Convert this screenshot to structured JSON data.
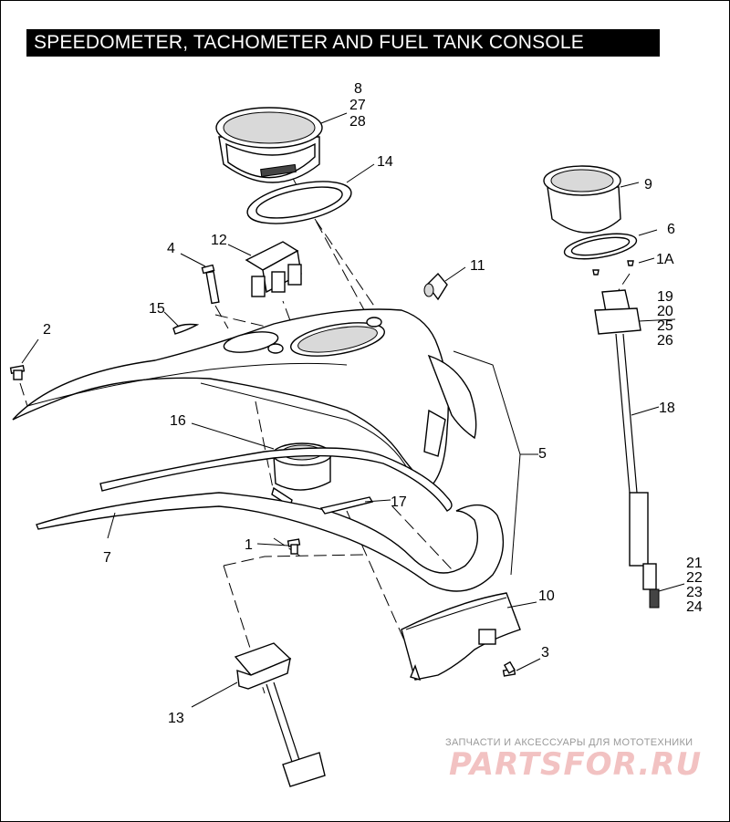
{
  "title": "SPEEDOMETER, TACHOMETER AND FUEL TANK CONSOLE",
  "callouts": [
    {
      "id": "c-8",
      "text": "8"
    },
    {
      "id": "c-27",
      "text": "27"
    },
    {
      "id": "c-28",
      "text": "28"
    },
    {
      "id": "c-14",
      "text": "14"
    },
    {
      "id": "c-9",
      "text": "9"
    },
    {
      "id": "c-6",
      "text": "6"
    },
    {
      "id": "c-1A",
      "text": "1A"
    },
    {
      "id": "c-4",
      "text": "4"
    },
    {
      "id": "c-12",
      "text": "12"
    },
    {
      "id": "c-11",
      "text": "11"
    },
    {
      "id": "c-19",
      "text": "19"
    },
    {
      "id": "c-20",
      "text": "20"
    },
    {
      "id": "c-25",
      "text": "25"
    },
    {
      "id": "c-26",
      "text": "26"
    },
    {
      "id": "c-15",
      "text": "15"
    },
    {
      "id": "c-2",
      "text": "2"
    },
    {
      "id": "c-18",
      "text": "18"
    },
    {
      "id": "c-16",
      "text": "16"
    },
    {
      "id": "c-5",
      "text": "5"
    },
    {
      "id": "c-17",
      "text": "17"
    },
    {
      "id": "c-7",
      "text": "7"
    },
    {
      "id": "c-1",
      "text": "1"
    },
    {
      "id": "c-21",
      "text": "21"
    },
    {
      "id": "c-22",
      "text": "22"
    },
    {
      "id": "c-23",
      "text": "23"
    },
    {
      "id": "c-24",
      "text": "24"
    },
    {
      "id": "c-10",
      "text": "10"
    },
    {
      "id": "c-3",
      "text": "3"
    },
    {
      "id": "c-13",
      "text": "13"
    }
  ],
  "watermark": {
    "tagline": "ЗАПЧАСТИ И АКСЕССУАРЫ ДЛЯ МОТОТЕХНИКИ",
    "logo": "PARTSFOR.RU"
  },
  "colors": {
    "title_bg": "#000000",
    "title_fg": "#ffffff",
    "watermark_logo": "#f2c2c2"
  }
}
